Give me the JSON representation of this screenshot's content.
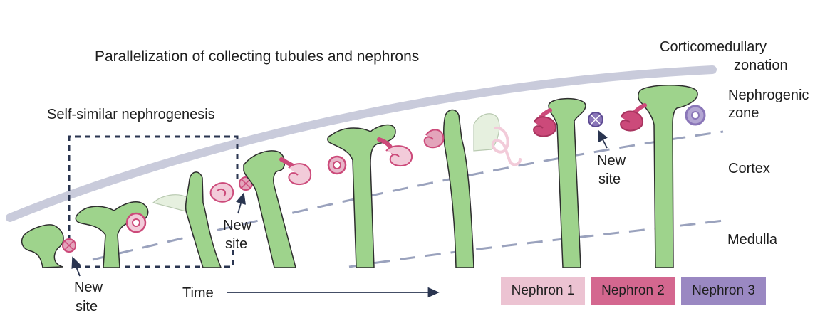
{
  "title": "Parallelization of collecting tubules and nephrons",
  "labels": {
    "self_similar": "Self-similar nephrogenesis",
    "corticomedullary_line1": "Corticomedullary",
    "corticomedullary_line2": "zonation",
    "nephrogenic_line1": "Nephrogenic",
    "nephrogenic_line2": "zone",
    "cortex": "Cortex",
    "medulla": "Medulla",
    "time": "Time",
    "new_site_line1": "New",
    "new_site_line2": "site"
  },
  "legend": [
    {
      "label": "Nephron 1",
      "color": "#ecc3d2"
    },
    {
      "label": "Nephron 2",
      "color": "#d4678f"
    },
    {
      "label": "Nephron 3",
      "color": "#9a88c2"
    }
  ],
  "colors": {
    "tubule": "#9ed38c",
    "tubule_stroke": "#2e2e2e",
    "capsule_band": "#c9cbdb",
    "dashed_zone": "#9aa2bd",
    "bracket": "#2a3550",
    "nephron1": "#e3a4bb",
    "nephron2": "#cc4a7a",
    "nephron3": "#8a76b8"
  }
}
